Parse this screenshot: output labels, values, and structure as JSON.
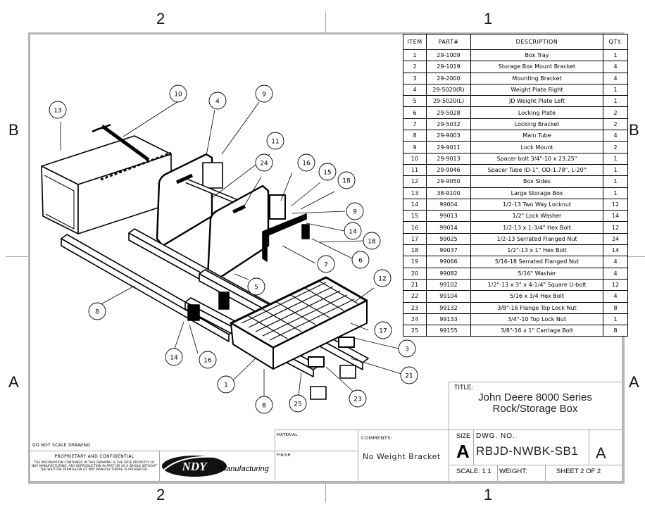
{
  "sheet_zones": {
    "columns_top": [
      "2",
      "1"
    ],
    "columns_bottom": [
      "2",
      "1"
    ],
    "rows_left": [
      "B",
      "A"
    ],
    "rows_right": [
      "B",
      "A"
    ]
  },
  "bom": {
    "headers": [
      "ITEM",
      "PART#",
      "DESCRIPTION",
      "QTY."
    ],
    "rows": [
      {
        "item": "1",
        "part": "29-1009",
        "description": "Box Tray",
        "qty": "1"
      },
      {
        "item": "2",
        "part": "29-1019",
        "description": "Storage Box Mount Bracket",
        "qty": "4"
      },
      {
        "item": "3",
        "part": "29-2000",
        "description": "Mounting Bracket",
        "qty": "4"
      },
      {
        "item": "4",
        "part": "29-5020(R)",
        "description": "Weight Plate Right",
        "qty": "1"
      },
      {
        "item": "5",
        "part": "29-5020(L)",
        "description": "JD Weight Plate Left",
        "qty": "1"
      },
      {
        "item": "6",
        "part": "29-5028",
        "description": "Locking Plate",
        "qty": "2"
      },
      {
        "item": "7",
        "part": "29-5032",
        "description": "Locking Bracket",
        "qty": "2"
      },
      {
        "item": "8",
        "part": "29-9003",
        "description": "Main Tube",
        "qty": "4"
      },
      {
        "item": "9",
        "part": "29-9011",
        "description": "Lock Mount",
        "qty": "2"
      },
      {
        "item": "10",
        "part": "29-9013",
        "description": "Spacer bolt 3/4\"-10 x 23.25\"",
        "qty": "1"
      },
      {
        "item": "11",
        "part": "29-9046",
        "description": "Spacer Tube ID-1\", OD-1.78\", L-20\"",
        "qty": "1"
      },
      {
        "item": "12",
        "part": "29-9050",
        "description": "Box Sides",
        "qty": "1"
      },
      {
        "item": "13",
        "part": "38-9100",
        "description": "Large Storage Box",
        "qty": "1"
      },
      {
        "item": "14",
        "part": "99004",
        "description": "1/2-13 Two Way Locknut",
        "qty": "12"
      },
      {
        "item": "15",
        "part": "99013",
        "description": "1/2\" Lock Washer",
        "qty": "14"
      },
      {
        "item": "16",
        "part": "99014",
        "description": "1/2-13 x 1-3/4\" Hex Bolt",
        "qty": "12"
      },
      {
        "item": "17",
        "part": "99025",
        "description": "1/2-13 Serrated Flanged Nut",
        "qty": "24"
      },
      {
        "item": "18",
        "part": "99037",
        "description": "1/2\"-13 x 1\" Hex Bolt",
        "qty": "14"
      },
      {
        "item": "19",
        "part": "99066",
        "description": "5/16-18 Serrated Flanged Nut",
        "qty": "4"
      },
      {
        "item": "20",
        "part": "99082",
        "description": "5/16\" Washer",
        "qty": "4"
      },
      {
        "item": "21",
        "part": "99102",
        "description": "1/2\"-13 x 3\" x 4-1/4\" Square U-bolt",
        "qty": "12"
      },
      {
        "item": "22",
        "part": "99104",
        "description": "5/16 x 3/4 Hex Bolt",
        "qty": "4"
      },
      {
        "item": "23",
        "part": "99132",
        "description": "3/8\"-16 Flange Top Lock Nut",
        "qty": "8"
      },
      {
        "item": "24",
        "part": "99133",
        "description": "3/4\"-10 Top Lock Nut",
        "qty": "1"
      },
      {
        "item": "25",
        "part": "99155",
        "description": "3/8\"-16 x 1\" Carriage Bolt",
        "qty": "8"
      }
    ]
  },
  "callouts": [
    "13",
    "10",
    "4",
    "9",
    "11",
    "24",
    "16",
    "15",
    "18",
    "9",
    "14",
    "18",
    "6",
    "7",
    "5",
    "12",
    "8",
    "14",
    "16",
    "1",
    "8",
    "25",
    "23",
    "17",
    "3",
    "21"
  ],
  "title_block": {
    "title_label": "TITLE:",
    "title_line1": "John Deere 8000 Series",
    "title_line2": "Rock/Storage Box",
    "size_label": "SIZE",
    "size_value": "A",
    "dwg_no_label": "DWG.  NO.",
    "dwg_no_value": "RBJD-NWBK-SB1",
    "revision": "A",
    "scale": "SCALE: 1:1",
    "weight": "WEIGHT:",
    "sheet": "SHEET 2 OF 2",
    "comments_label": "COMMENTS:",
    "comments_value": "No Weight Bracket",
    "material_label": "MATERIAL",
    "finish_label": "FINISH",
    "do_not_scale": "DO NOT SCALE DRAWING",
    "proprietary_title": "PROPRIETARY AND CONFIDENTIAL",
    "proprietary_body": "THE INFORMATION CONTAINED IN THIS DRAWING IS THE SOLE PROPERTY OF NDY MANUFACTURING. ANY REPRODUCTION IN PART OR AS A WHOLE WITHOUT THE WRITTEN PERMISSION OF NDY MANUFACTURING IS PROHIBITED.",
    "logo_mark": "NDY",
    "logo_text": "Manufacturing"
  }
}
